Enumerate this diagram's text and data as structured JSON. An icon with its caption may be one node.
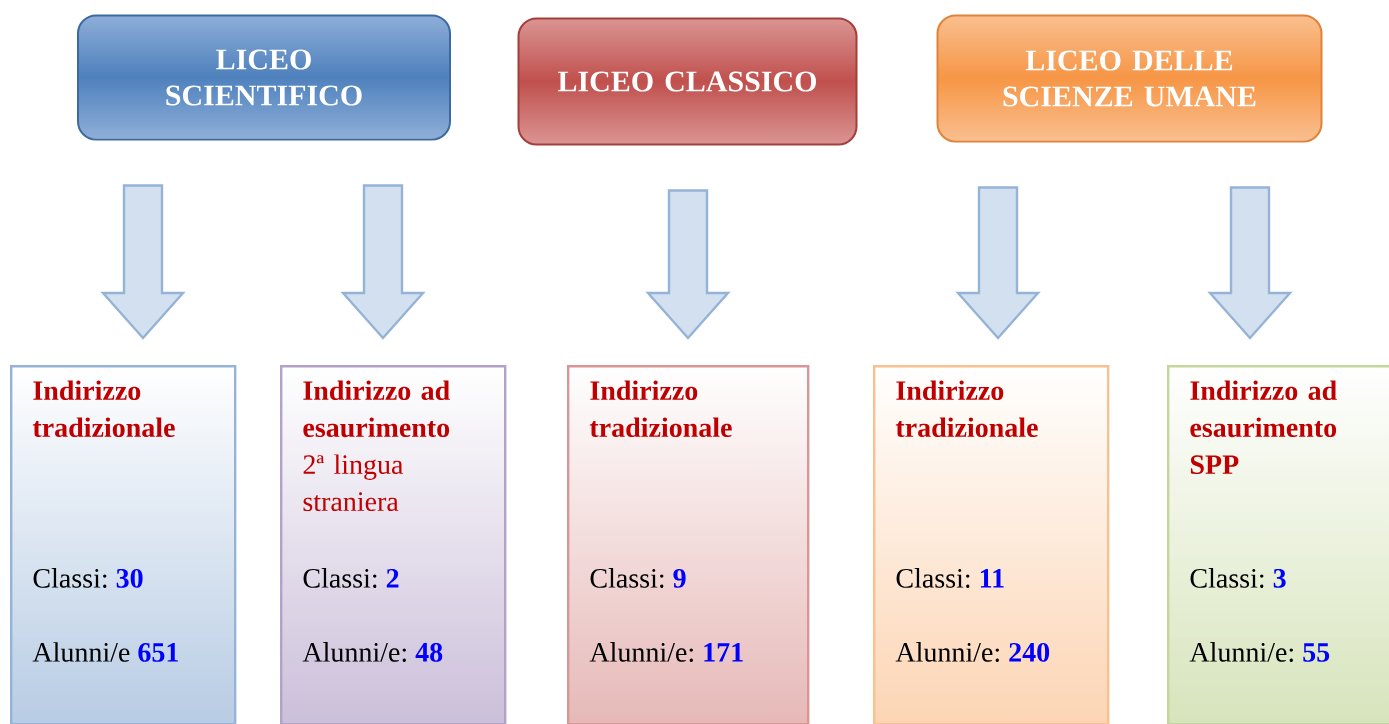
{
  "diagram": {
    "nodes": [
      {
        "text": [
          "LICEO SCIENTIFICO"
        ]
      },
      {
        "text": [
          "LICEO CLASSICO"
        ]
      },
      {
        "text": [
          "LICEO DELLE SCIENZE UMANE"
        ]
      },
      {
        "text": [
          "Indirizzo tradizionale",
          "Classi:",
          "30",
          "Alunni/e",
          "651"
        ]
      },
      {
        "text": [
          "Indirizzo ad esaurimento",
          "2ª lingua straniera",
          "Classi:",
          "2",
          "Alunni/e:",
          "48"
        ]
      },
      {
        "text": [
          "Indirizzo tradizionale",
          "Classi:",
          "9",
          "Alunni/e:",
          "171"
        ]
      },
      {
        "text": [
          "Indirizzo tradizionale",
          "Classi:",
          "11",
          "Alunni/e:",
          "240"
        ]
      },
      {
        "text": [
          "Indirizzo ad esaurimento SPP",
          "Classi:",
          "3",
          "Alunni/e:",
          "55"
        ]
      }
    ],
    "edges": [
      {
        "from": 0,
        "to": 3,
        "arrow": "to"
      },
      {
        "from": 0,
        "to": 4,
        "arrow": "to"
      },
      {
        "from": 1,
        "to": 5,
        "arrow": "to"
      },
      {
        "from": 2,
        "to": 6,
        "arrow": "to"
      },
      {
        "from": 2,
        "to": 7,
        "arrow": "to"
      }
    ]
  }
}
